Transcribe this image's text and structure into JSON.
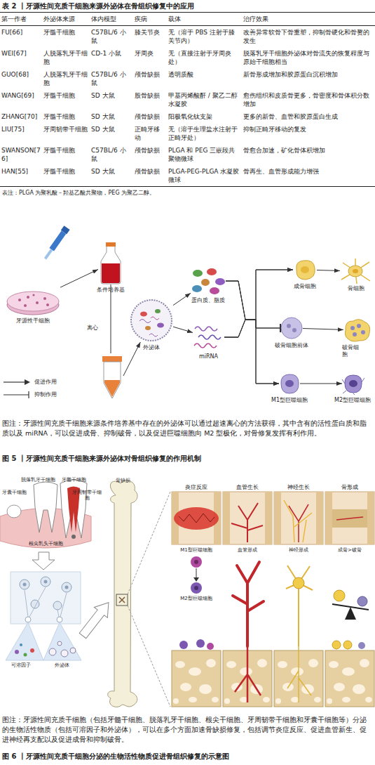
{
  "diagram": {
    "title": "表 2 丨牙源性间充质干细胞来源外泌体在骨组织修复中的应用",
    "caption": "图 6 丨牙源性间充质干细胞分泌的生物活性物质促进骨组织修复的示意图",
    "nodes": [
      {
        "text": [
          "牙源性干细胞"
        ]
      },
      {
        "text": [
          "条件培养基"
        ]
      },
      {
        "text": [
          "外泌体"
        ]
      },
      {
        "text": [
          "蛋白质、脂质"
        ]
      },
      {
        "text": [
          "miRNA"
        ]
      },
      {
        "text": [
          "成骨细胞"
        ]
      },
      {
        "text": [
          "骨细胞"
        ]
      },
      {
        "text": [
          "破骨细胞前体"
        ]
      },
      {
        "text": [
          "破骨细胞"
        ]
      },
      {
        "text": [
          "M1型巨噬细胞"
        ]
      },
      {
        "text": [
          "M2型巨噬细胞"
        ]
      }
    ],
    "edges": [
      {
        "from": 0,
        "to": 1,
        "arrow": "to"
      },
      {
        "from": 1,
        "to": 2,
        "label": "离心",
        "arrow": "to"
      },
      {
        "from": 2,
        "to": 3,
        "arrow": "to"
      },
      {
        "from": 2,
        "to": 4,
        "arrow": "to"
      },
      {
        "from": 3,
        "to": 5,
        "arrow": "to"
      },
      {
        "from": 3,
        "to": 7,
        "arrow": "to"
      },
      {
        "from": 3,
        "to": 9,
        "arrow": "to"
      },
      {
        "from": 4,
        "to": 5,
        "arrow": "to"
      },
      {
        "from": 4,
        "to": 7,
        "arrow": "to"
      },
      {
        "from": 4,
        "to": 9,
        "arrow": "to"
      },
      {
        "from": 5,
        "to": 6,
        "arrow": "to"
      },
      {
        "from": 7,
        "to": 8,
        "arrow": "to"
      },
      {
        "from": 9,
        "to": 10,
        "arrow": "to"
      }
    ],
    "labels": [
      "第一作者",
      "外泌体来源",
      "体内模型",
      "疾病",
      "载体",
      "治疗效果",
      "FU[66]",
      "牙髓干细胞",
      "C57BL/6 小鼠",
      "膝关节炎",
      "无（溶于 PBS 注射于膝关节内）",
      "改善异常软骨下骨重塑，抑制骨硬化和骨赘的发生",
      "WEI[67]",
      "人脱落乳牙干细胞",
      "CD-1 小鼠",
      "牙周炎",
      "无（直接注射于牙周炎处）",
      "脱落乳牙干细胞外泌体对骨流失的恢复程度与原始干细胞相当",
      "GUO[68]",
      "人脱落乳牙干细胞",
      "C57BL/6 小鼠",
      "颅骨缺损",
      "透明质酸",
      "新骨形成增加和胶原蛋白沉积增加",
      "WANG[69]",
      "牙髓干细胞",
      "SD 大鼠",
      "股骨缺损",
      "甲基丙烯酸酐 / 聚乙二醇水凝胶",
      "愈伤组织和皮质骨更多，骨密度和骨体积分数增加",
      "ZHANG[70]",
      "牙髓干细胞",
      "SD 大鼠",
      "颅骨缺损",
      "阳极氧化钛支架",
      "更多的新骨、血管和胶原蛋白生成",
      "LIU[75]",
      "牙周韧带干细胞",
      "SD 大鼠",
      "正畸牙移动",
      "无（溶于生理盐水注射于正畸牙处）",
      "抑制正畸牙移动的复发",
      "SWANSON[76]",
      "牙髓干细胞",
      "C57BL/6 小鼠",
      "颅骨缺损",
      "PLGA 和 PEG 三嵌段共聚物微球",
      "骨愈合加速，矿化骨体积增加",
      "HAN[55]",
      "牙髓干细胞",
      "SD 大鼠",
      "颅骨缺损",
      "PLGA-PEG-PLGA 水凝胶微球",
      "骨再生、血管形成能力增强",
      "表注：PLGA 为聚乳酸－羟基乙酸共聚物，PEG 为聚乙二醇。",
      "图注：牙源性间充质干细胞来源条件培养基中存在的外泌体可以通过超速离心的方法获得，其中含有的活性蛋白质和脂质以及 miRNA，可以促进成骨、抑制破骨，以及促进巨噬细胞向 M2 型极化，对骨修复发挥有利作用。",
      "图 5 丨牙源性间充质干细胞来源外泌体对骨组织修复的作用机制",
      "脱落乳牙干细胞",
      "牙髓干细胞",
      "牙囊干细胞",
      "牙周韧带干细胞",
      "根尖乳头干细胞",
      "可溶因子",
      "外泌体",
      "骨缺损",
      "炎症反应",
      "血管生长",
      "神经生长",
      "骨形成",
      "M1型巨噬细胞",
      "M2型巨噬细胞",
      "血管形成",
      "神经形成",
      "成骨>破骨",
      "图注：牙源性间充质干细胞（包括牙髓干细胞、脱落乳牙干细胞、根尖干细胞、牙周韧带干细胞和牙囊干细胞等）分泌的生物活性物质（包括可溶因子和外泌体），可以在多个方面加速骨缺损修复，包括调节炎症反应、促进血管新生、促进神经再支配以及促进成骨和抑制破骨。"
    ],
    "legend": [
      {
        "text": "促进作用"
      },
      {
        "text": "抑制作用"
      }
    ]
  }
}
